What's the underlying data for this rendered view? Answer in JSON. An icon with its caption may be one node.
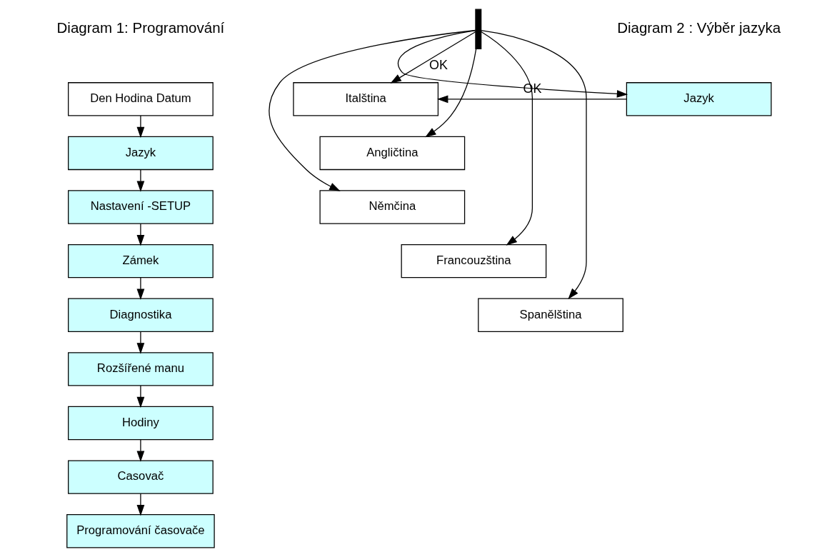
{
  "diagram": {
    "nodes": [
      {
        "text": [
          "Den Hodina Datum"
        ]
      },
      {
        "text": [
          "Jazyk"
        ]
      },
      {
        "text": [
          "Nastavení -SETUP"
        ]
      },
      {
        "text": [
          "Zámek"
        ]
      },
      {
        "text": [
          "Diagnostika"
        ]
      },
      {
        "text": [
          "Rozšířené manu"
        ]
      },
      {
        "text": [
          "Hodiny"
        ]
      },
      {
        "text": [
          "Casovač"
        ]
      },
      {
        "text": [
          "Programování časovače"
        ]
      },
      {
        "text": [
          "Jazyk"
        ]
      },
      {
        "text": [
          "Italština"
        ]
      },
      {
        "text": [
          "Angličtina"
        ]
      },
      {
        "text": [
          "Němčina"
        ]
      },
      {
        "text": [
          "Francouzština"
        ]
      },
      {
        "text": [
          "Spanělština"
        ]
      },
      {
        "text": [],
        "shape": "bar"
      }
    ],
    "edges": [
      {
        "from": 0,
        "to": 1,
        "arrow": "to"
      },
      {
        "from": 1,
        "to": 2,
        "arrow": "to"
      },
      {
        "from": 2,
        "to": 3,
        "arrow": "to"
      },
      {
        "from": 3,
        "to": 4,
        "arrow": "to"
      },
      {
        "from": 4,
        "to": 5,
        "arrow": "to"
      },
      {
        "from": 5,
        "to": 6,
        "arrow": "to"
      },
      {
        "from": 6,
        "to": 7,
        "arrow": "to"
      },
      {
        "from": 7,
        "to": 8,
        "arrow": "to"
      },
      {
        "from": 9,
        "to": 10,
        "arrow": "to",
        "label": "OK"
      },
      {
        "from": 15,
        "to": 10,
        "arrow": "to",
        "label": "OK"
      },
      {
        "from": 15,
        "to": 11,
        "arrow": "to"
      },
      {
        "from": 15,
        "to": 12,
        "arrow": "to"
      },
      {
        "from": 15,
        "to": 13,
        "arrow": "to"
      },
      {
        "from": 15,
        "to": 14,
        "arrow": "to"
      },
      {
        "from": 15,
        "to": 9,
        "arrow": "to"
      }
    ],
    "labels": [
      "Diagram 1: Programování",
      "Diagram 2 : Výběr jazyka"
    ]
  }
}
